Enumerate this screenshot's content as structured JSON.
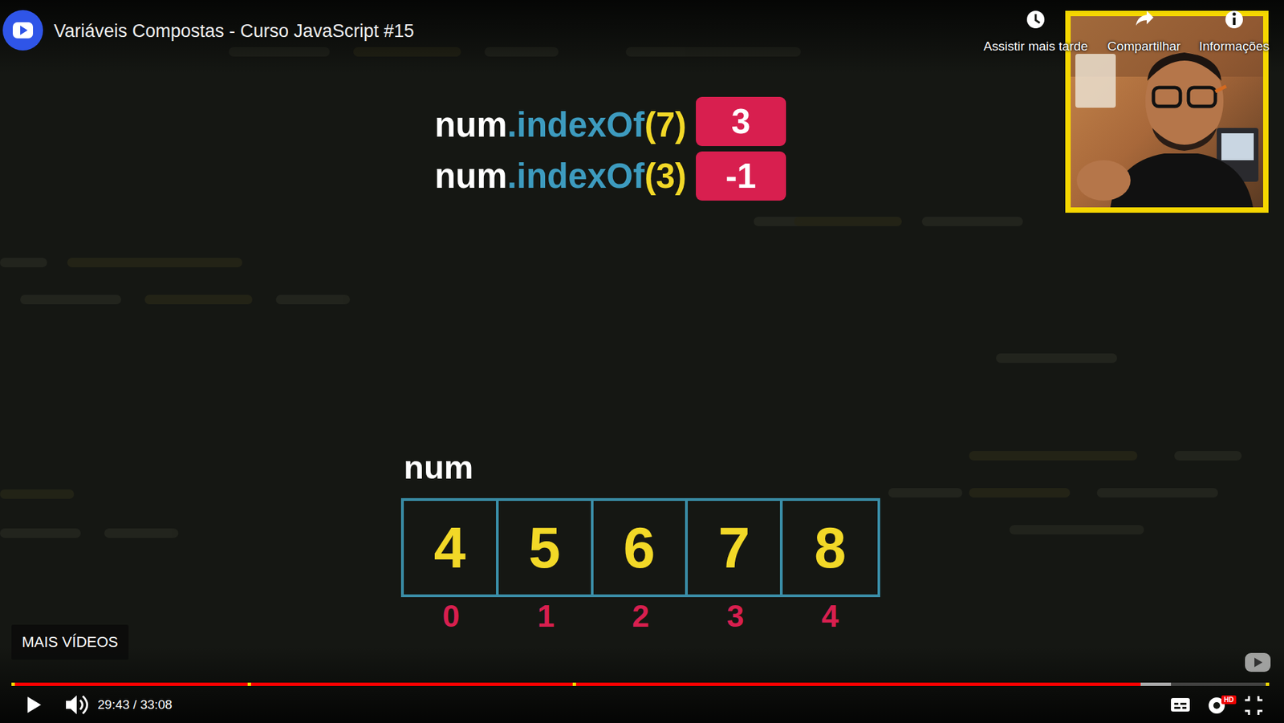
{
  "diagram": {
    "title": "Variáveis Compostas - Curso JavaScript #15",
    "nodes": [
      {
        "text": [
          "3"
        ]
      },
      {
        "text": [
          "-1"
        ]
      },
      {
        "text": [
          "num"
        ]
      },
      {
        "text": [
          "4"
        ],
        "in": 2
      },
      {
        "text": [
          "5"
        ],
        "in": 2
      },
      {
        "text": [
          "6"
        ],
        "in": 2
      },
      {
        "text": [
          "7"
        ],
        "in": 2
      },
      {
        "text": [
          "8"
        ],
        "in": 2
      },
      {
        "text": [
          "MAIS VÍDEOS"
        ]
      }
    ],
    "labels": [
      "Assistir mais tarde",
      "Compartilhar",
      "Informações",
      "num",
      ".indexOf",
      "(7)",
      "num",
      ".indexOf",
      "(3)",
      "0",
      "1",
      "2",
      "3",
      "4",
      "29:43 / 33:08",
      "HD"
    ]
  }
}
